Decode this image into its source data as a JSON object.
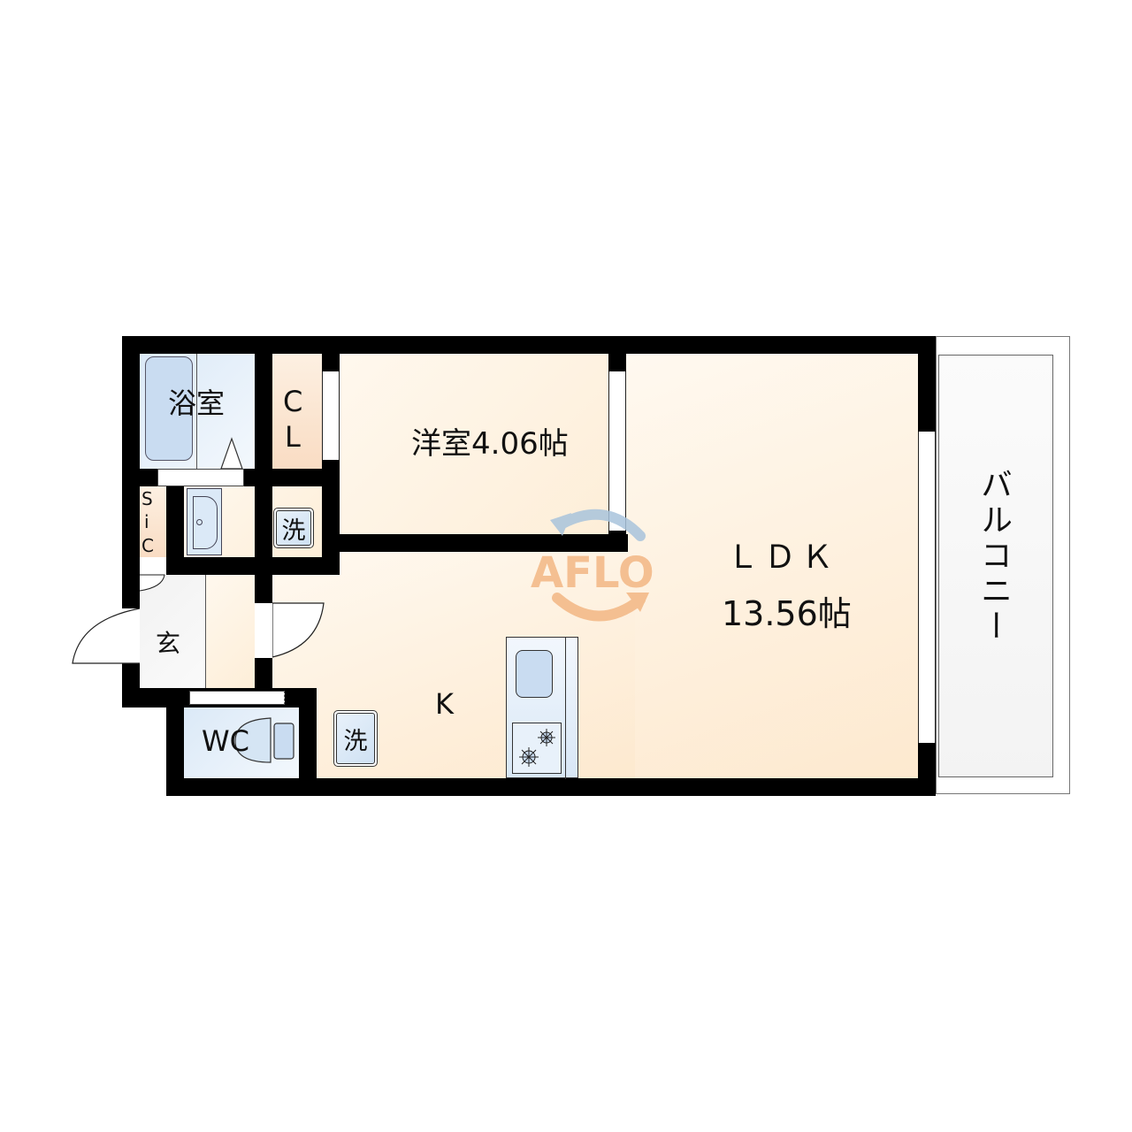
{
  "floorplan": {
    "rooms": {
      "bath": {
        "label": "浴室"
      },
      "closet": {
        "label_line1": "C",
        "label_line2": "L"
      },
      "western_room": {
        "label": "洋室4.06帖"
      },
      "ldk": {
        "label_line1": "ＬＤＫ",
        "label_line2": "13.56帖"
      },
      "balcony": {
        "label": "バルコニー"
      },
      "sic": {
        "label_line1": "S",
        "label_line2": "i",
        "label_line3": "C"
      },
      "washroom": {
        "washer_label": "洗"
      },
      "entrance": {
        "label": "玄"
      },
      "wc": {
        "label": "WC"
      },
      "kitchen": {
        "label": "K",
        "washer_label": "洗"
      }
    },
    "watermark": {
      "text": "AFLO"
    },
    "colors": {
      "wall": "#000000",
      "room_warm": "#fdeed8",
      "room_blue": "#dbe9f7",
      "closet": "#f9dcc3",
      "watermark_orange": "#f3b784",
      "watermark_blue": "#a9c4dc"
    }
  }
}
